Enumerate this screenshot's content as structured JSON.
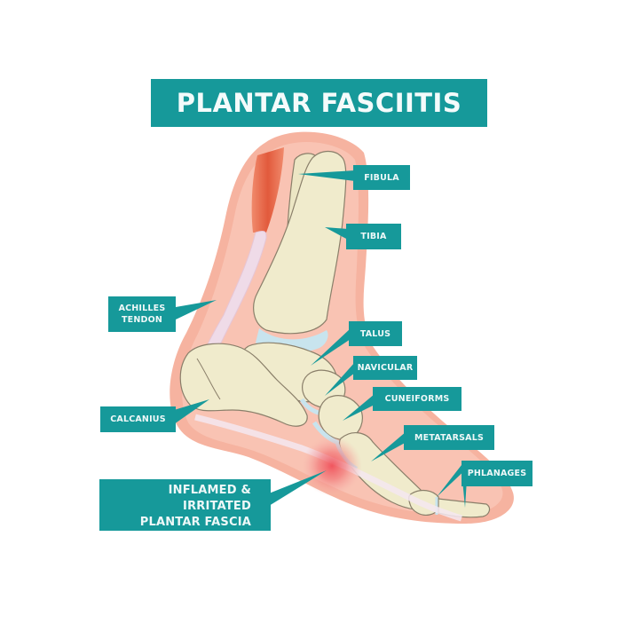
{
  "title": "PLANTAR FASCIITIS",
  "labels": {
    "fibula": "FIBULA",
    "tibia": "TIBIA",
    "achilles_line1": "ACHILLES",
    "achilles_line2": "TENDON",
    "talus": "TALUS",
    "navicular": "NAVICULAR",
    "cuneiforms": "CUNEIFORMS",
    "calcanius": "CALCANIUS",
    "metatarsals": "METATARSALS",
    "phlanages": "PHLANAGES",
    "inflamed_line1": "INFLAMED & IRRITATED",
    "inflamed_line2": "PLANTAR FASCIA"
  },
  "colors": {
    "teal": "#16999a",
    "skin": "#f6b3a0",
    "skin_light": "#fbd3c6",
    "bone": "#f0ebcc",
    "bone_outline": "#8a7f6a",
    "cartilage": "#c8e4ee",
    "muscle": "#e8694a",
    "tendon": "#efdbe8",
    "inflammation": "#f0505a"
  }
}
